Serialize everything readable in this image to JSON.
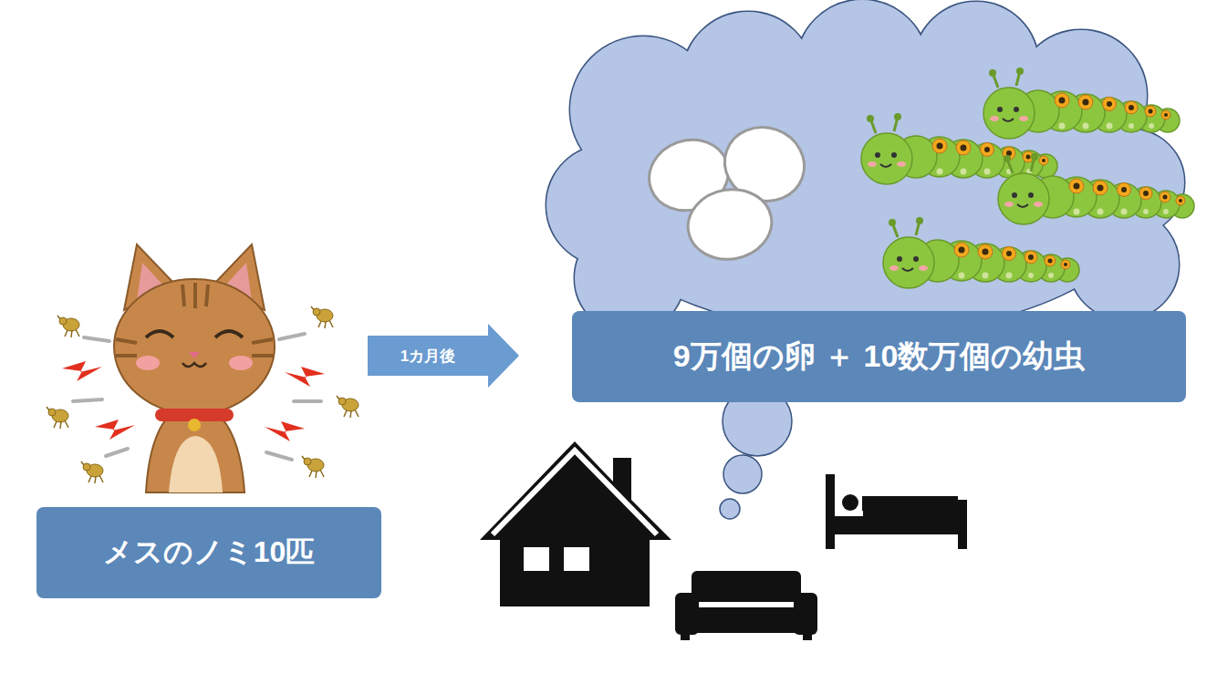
{
  "diagram": {
    "nodes": [
      {
        "text": [
          "メスのノミ10匹"
        ]
      },
      {
        "text": [
          "1カ月後"
        ]
      },
      {
        "text": [
          "9万個の卵 ＋ 10数万個の幼虫"
        ]
      }
    ]
  }
}
